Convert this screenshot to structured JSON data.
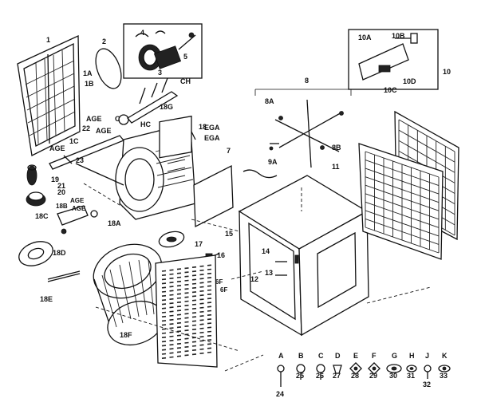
{
  "callouts": [
    {
      "id": "c1",
      "text": "1"
    },
    {
      "id": "c2",
      "text": "2"
    },
    {
      "id": "c3",
      "text": "3"
    },
    {
      "id": "c4",
      "text": "4"
    },
    {
      "id": "c5",
      "text": "5"
    },
    {
      "id": "cCH",
      "text": "CH"
    },
    {
      "id": "c18G",
      "text": "18G"
    },
    {
      "id": "c1A",
      "text": "1A"
    },
    {
      "id": "c1B",
      "text": "1B"
    },
    {
      "id": "cAGE1",
      "text": "AGE"
    },
    {
      "id": "c22",
      "text": "22"
    },
    {
      "id": "cAGE2",
      "text": "AGE"
    },
    {
      "id": "c1C",
      "text": "1C"
    },
    {
      "id": "cAGE3",
      "text": "AGE"
    },
    {
      "id": "cC",
      "text": "C"
    },
    {
      "id": "cHC",
      "text": "HC"
    },
    {
      "id": "c18",
      "text": "18"
    },
    {
      "id": "cEGA1",
      "text": "EGA"
    },
    {
      "id": "cEGA2",
      "text": "EGA"
    },
    {
      "id": "c7",
      "text": "7"
    },
    {
      "id": "c8",
      "text": "8"
    },
    {
      "id": "c8A",
      "text": "8A"
    },
    {
      "id": "c8B",
      "text": "8B"
    },
    {
      "id": "c9A",
      "text": "9A"
    },
    {
      "id": "c11",
      "text": "11"
    },
    {
      "id": "c10",
      "text": "10"
    },
    {
      "id": "c10A",
      "text": "10A"
    },
    {
      "id": "c10B",
      "text": "10B"
    },
    {
      "id": "c10C",
      "text": "10C"
    },
    {
      "id": "c10D",
      "text": "10D"
    },
    {
      "id": "c23",
      "text": "23"
    },
    {
      "id": "c21",
      "text": "21"
    },
    {
      "id": "c19",
      "text": "19"
    },
    {
      "id": "c20",
      "text": "20"
    },
    {
      "id": "c18B",
      "text": "18B"
    },
    {
      "id": "cAGE4",
      "text": "AGE"
    },
    {
      "id": "cAGE5",
      "text": "AGE"
    },
    {
      "id": "c18C",
      "text": "18C"
    },
    {
      "id": "c18A",
      "text": "18A"
    },
    {
      "id": "c15",
      "text": "15"
    },
    {
      "id": "c17",
      "text": "17"
    },
    {
      "id": "c16",
      "text": "16"
    },
    {
      "id": "c14",
      "text": "14"
    },
    {
      "id": "c13",
      "text": "13"
    },
    {
      "id": "c12",
      "text": "12"
    },
    {
      "id": "c6F1",
      "text": "6F"
    },
    {
      "id": "c6F2",
      "text": "6F"
    },
    {
      "id": "c18D",
      "text": "18D"
    },
    {
      "id": "c18E",
      "text": "18E"
    },
    {
      "id": "c18F",
      "text": "18F"
    }
  ],
  "hardware": [
    {
      "letter": "A",
      "number": "24"
    },
    {
      "letter": "B",
      "number": "25"
    },
    {
      "letter": "C",
      "number": "26"
    },
    {
      "letter": "D",
      "number": "27"
    },
    {
      "letter": "E",
      "number": "28"
    },
    {
      "letter": "F",
      "number": "29"
    },
    {
      "letter": "G",
      "number": "30"
    },
    {
      "letter": "H",
      "number": "31"
    },
    {
      "letter": "J",
      "number": "32"
    },
    {
      "letter": "K",
      "number": "33"
    }
  ]
}
